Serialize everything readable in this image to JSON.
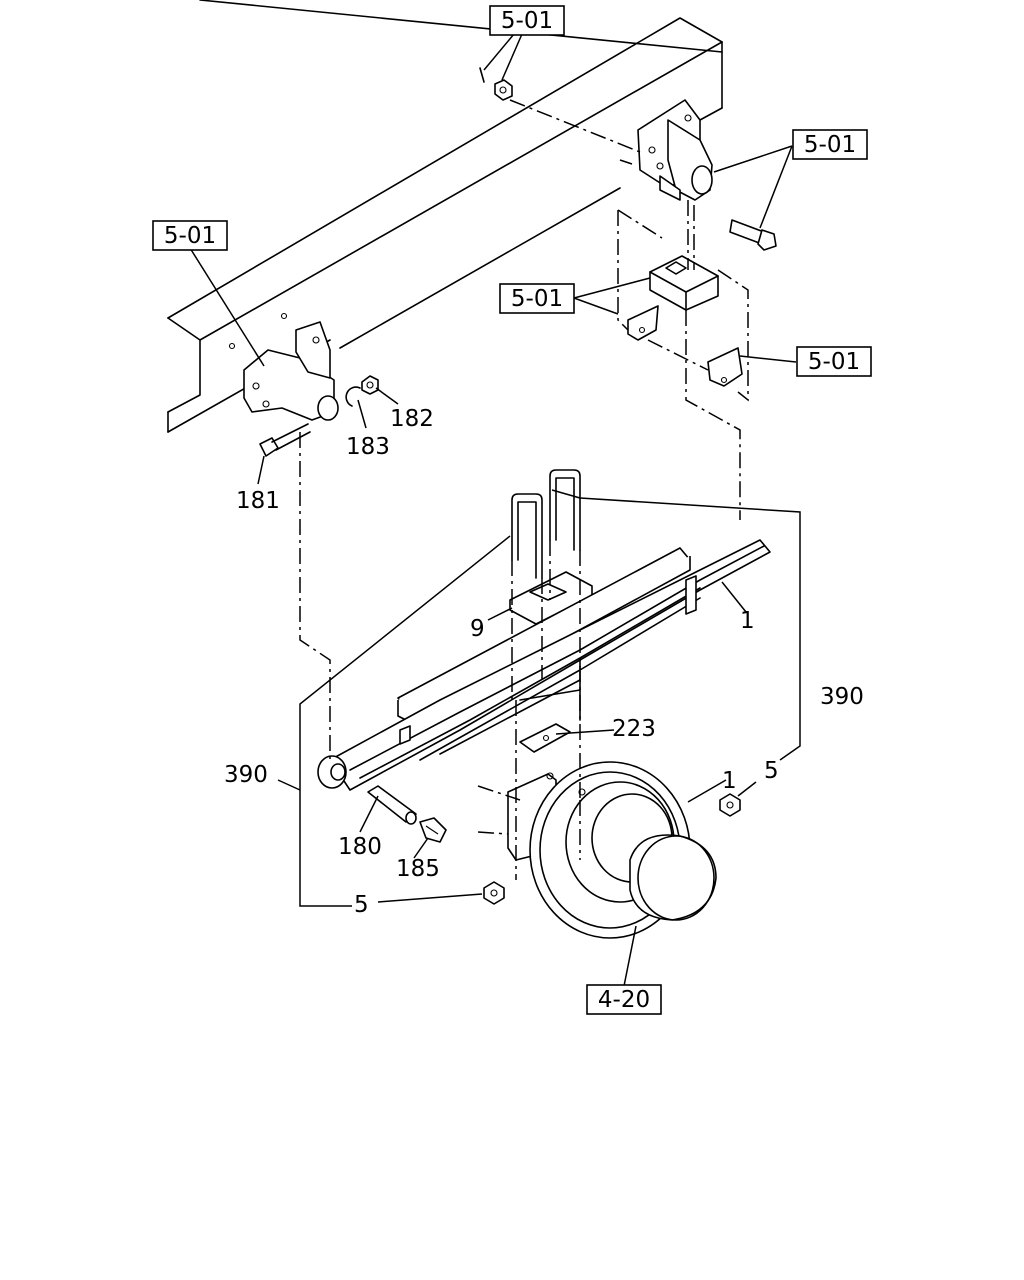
{
  "callouts": {
    "ref_top_nut": "5-01",
    "ref_rear_hanger": "5-01",
    "ref_front_bracket": "5-01",
    "ref_rear_block": "5-01",
    "ref_side_plate": "5-01",
    "ref_axle_hub": "4-20",
    "p1": "1",
    "p1_hub": "1",
    "p5_right": "5",
    "p5_bottom": "5",
    "p9": "9",
    "p180": "180",
    "p181": "181",
    "p182": "182",
    "p183": "183",
    "p185": "185",
    "p223": "223",
    "p390_right": "390",
    "p390_left": "390"
  }
}
